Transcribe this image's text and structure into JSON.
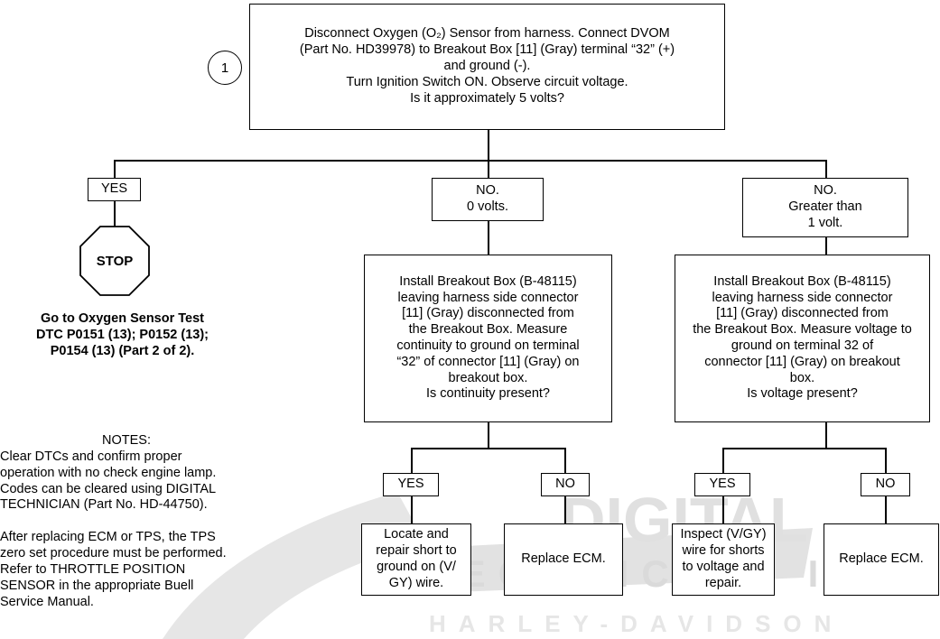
{
  "step_number": "1",
  "top_box": "Disconnect Oxygen (O₂) Sensor from harness. Connect DVOM\n(Part No. HD39978) to Breakout Box [11] (Gray) terminal “32” (+)\nand ground (-).\nTurn Ignition Switch ON. Observe circuit voltage.\nIs it approximately 5 volts?",
  "branch_yes": "YES",
  "branch_no_zero": "NO.\n0 volts.",
  "branch_no_greater": "NO.\nGreater than\n1 volt.",
  "stop_label": "STOP",
  "goto_text": "Go to Oxygen Sensor Test\nDTC P0151 (13); P0152 (13);\nP0154 (13) (Part 2 of 2).",
  "mid_box_left": "Install Breakout Box (B-48115)\nleaving harness side connector\n[11] (Gray) disconnected from\nthe Breakout Box.  Measure\ncontinuity to ground on terminal\n“32” of connector [11] (Gray) on\nbreakout box.\nIs continuity present?",
  "mid_box_right": "Install Breakout Box (B-48115)\nleaving harness side connector\n[11] (Gray) disconnected from\nthe Breakout Box. Measure voltage to\nground on terminal 32 of\nconnector [11] (Gray) on breakout\nbox.\nIs voltage present?",
  "left_yes": "YES",
  "left_no": "NO",
  "right_yes": "YES",
  "right_no": "NO",
  "result_left_yes": "Locate and\nrepair short to\nground on (V/\nGY) wire.",
  "result_left_no": "Replace ECM.",
  "result_right_yes": "Inspect (V/GY)\nwire for shorts\nto voltage and\nrepair.",
  "result_right_no": "Replace ECM.",
  "notes_heading": "NOTES:",
  "notes": [
    "Clear DTCs and confirm proper\noperation with no check engine lamp.\nCodes can be cleared using DIGITAL\nTECHNICIAN (Part No. HD-44750).",
    "After replacing ECM or TPS, the TPS\nzero set procedure must be performed.\nRefer to THROTTLE POSITION\nSENSOR in the appropriate Buell\nService Manual."
  ],
  "watermark_line1": "DIGITAL",
  "watermark_line2": "TECHNICIAN II",
  "watermark_line3": "HARLEY-DAVIDSON",
  "colors": {
    "line": "#000000",
    "watermark": "#d9d9d9"
  }
}
